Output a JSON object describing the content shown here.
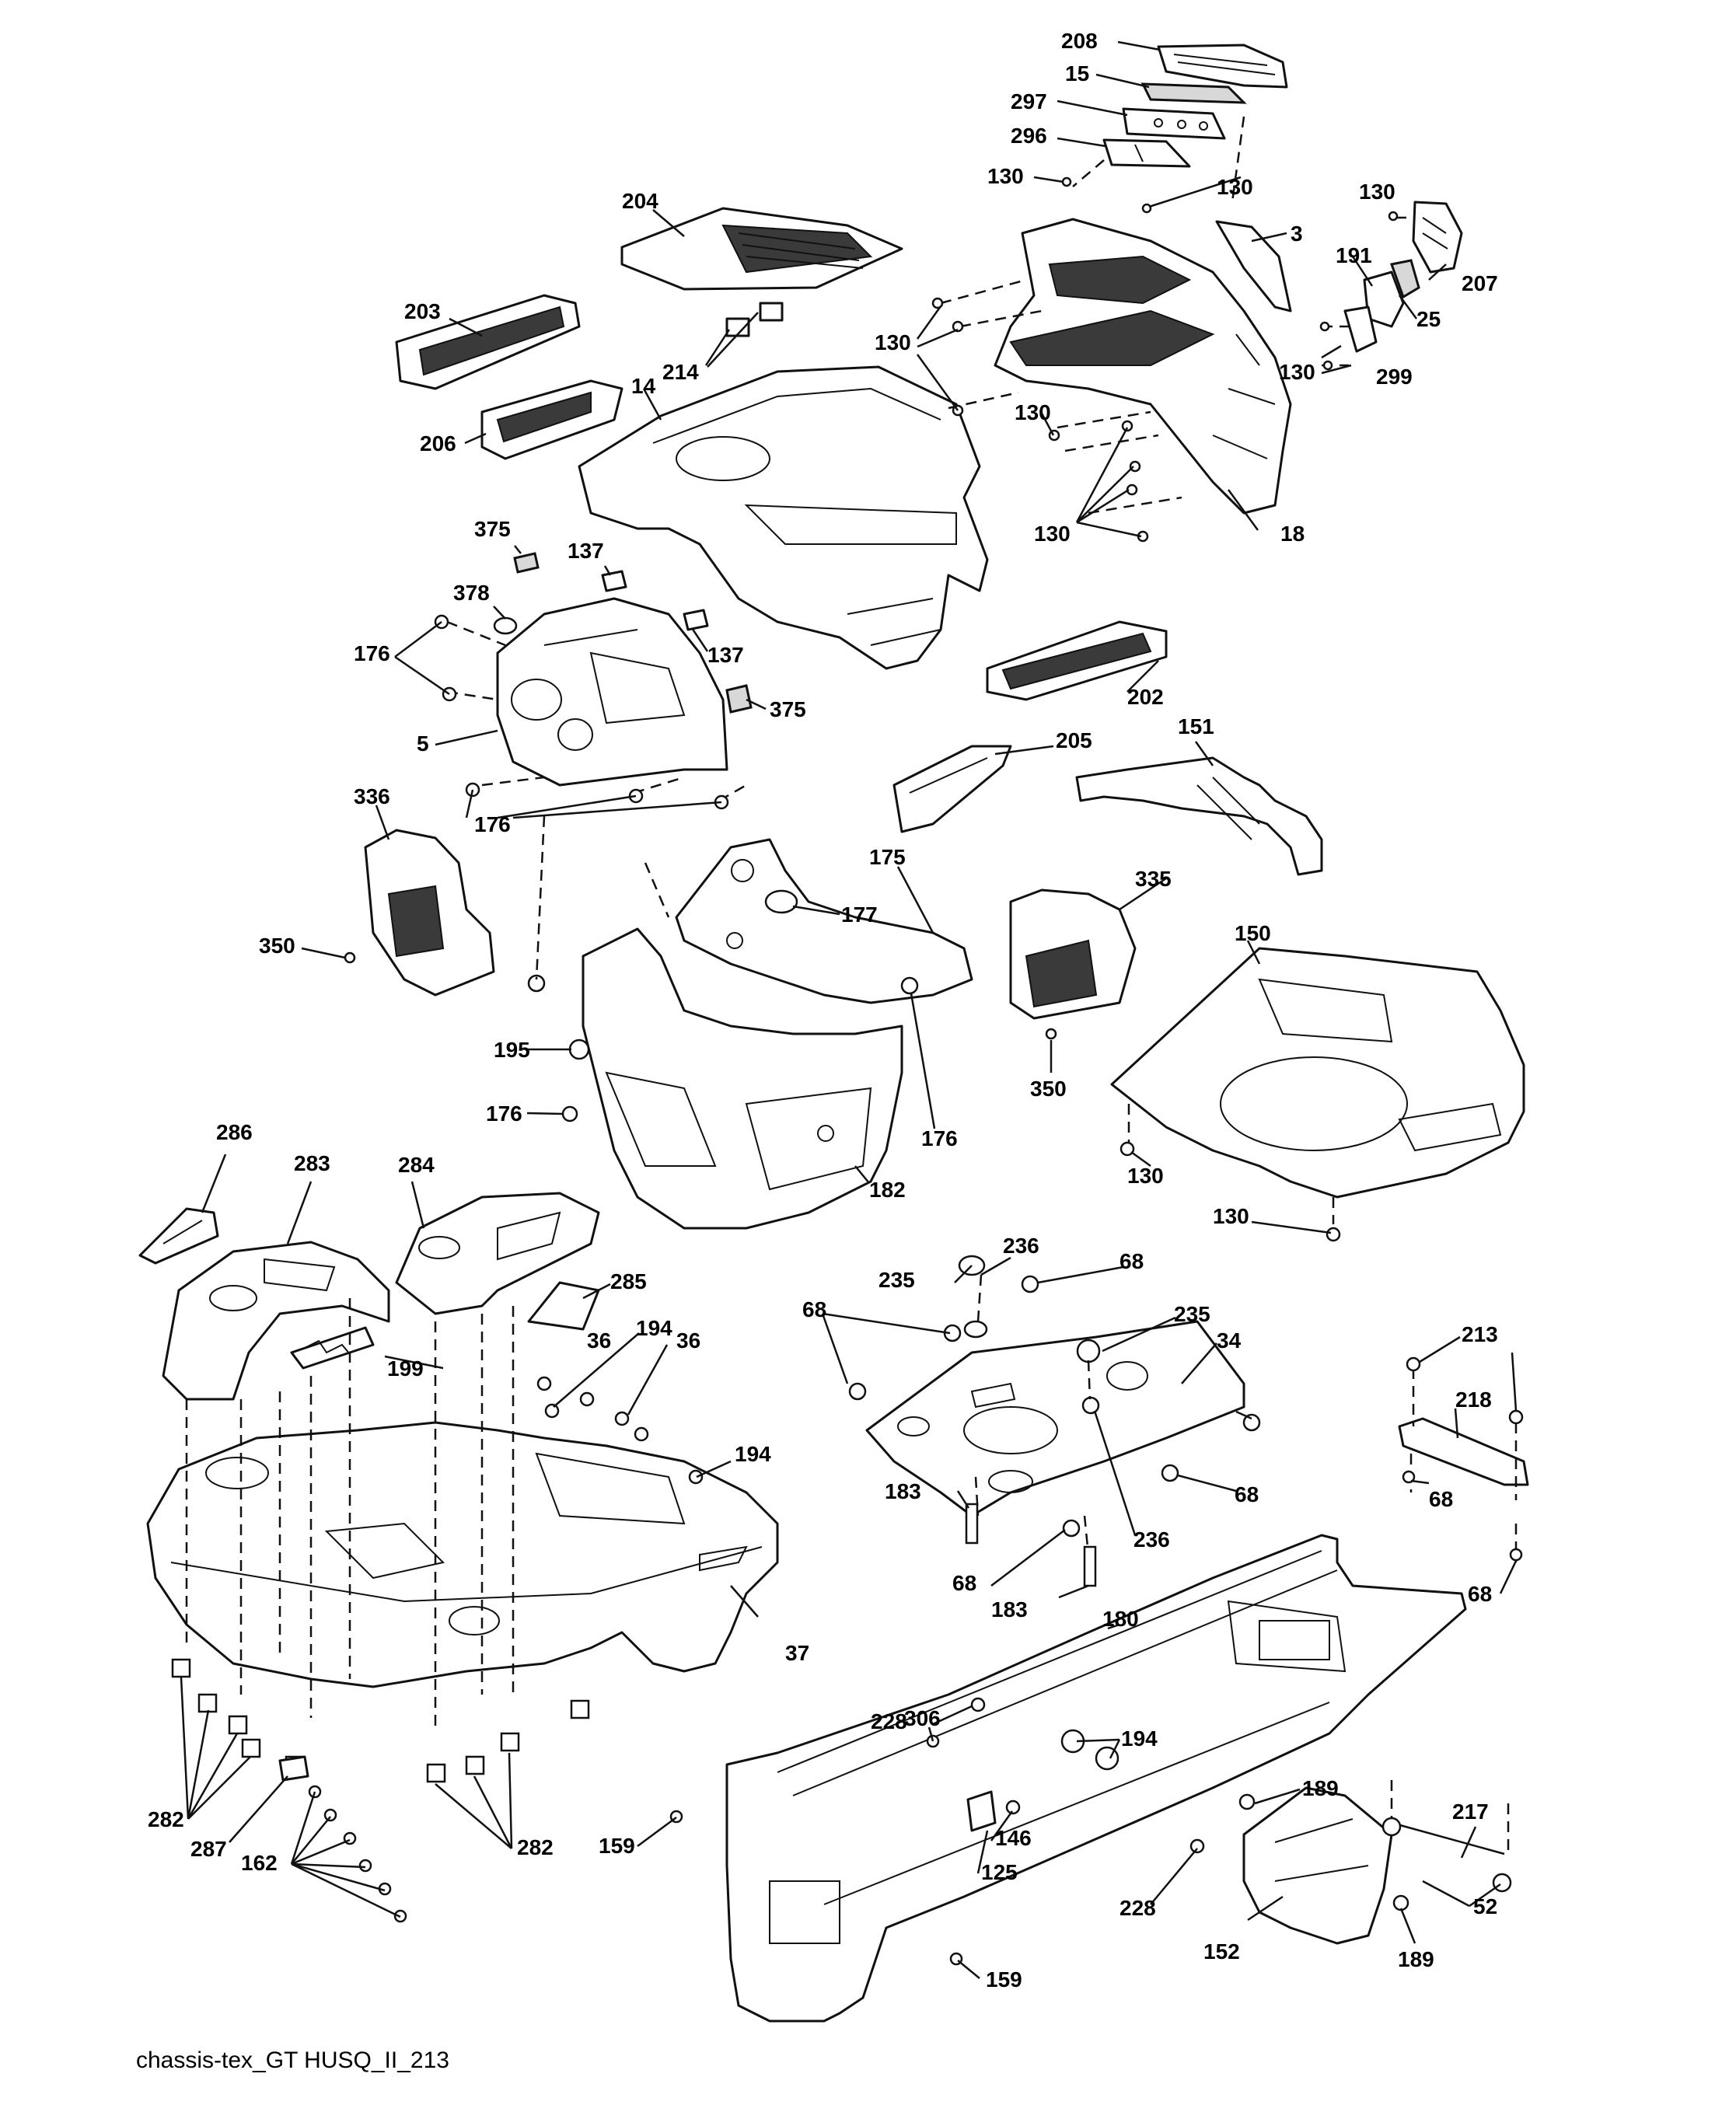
{
  "diagram": {
    "caption": "chassis-tex_GT HUSQ_II_213",
    "callouts": [
      {
        "id": "c208",
        "text": "208"
      },
      {
        "id": "c15",
        "text": "15"
      },
      {
        "id": "c297",
        "text": "297"
      },
      {
        "id": "c296",
        "text": "296"
      },
      {
        "id": "c130a",
        "text": "130"
      },
      {
        "id": "c130b",
        "text": "130"
      },
      {
        "id": "c204",
        "text": "204"
      },
      {
        "id": "c130c",
        "text": "130"
      },
      {
        "id": "c3",
        "text": "3"
      },
      {
        "id": "c191",
        "text": "191"
      },
      {
        "id": "c207",
        "text": "207"
      },
      {
        "id": "c25",
        "text": "25"
      },
      {
        "id": "c203",
        "text": "203"
      },
      {
        "id": "c130d",
        "text": "130"
      },
      {
        "id": "c214",
        "text": "214"
      },
      {
        "id": "c14",
        "text": "14"
      },
      {
        "id": "c130e",
        "text": "130"
      },
      {
        "id": "c299",
        "text": "299"
      },
      {
        "id": "c130f",
        "text": "130"
      },
      {
        "id": "c206",
        "text": "206"
      },
      {
        "id": "c130g",
        "text": "130"
      },
      {
        "id": "c18",
        "text": "18"
      },
      {
        "id": "c375a",
        "text": "375"
      },
      {
        "id": "c137a",
        "text": "137"
      },
      {
        "id": "c378",
        "text": "378"
      },
      {
        "id": "c176a",
        "text": "176"
      },
      {
        "id": "c137b",
        "text": "137"
      },
      {
        "id": "c375b",
        "text": "375"
      },
      {
        "id": "c202",
        "text": "202"
      },
      {
        "id": "c5",
        "text": "5"
      },
      {
        "id": "c205",
        "text": "205"
      },
      {
        "id": "c151",
        "text": "151"
      },
      {
        "id": "c336",
        "text": "336"
      },
      {
        "id": "c176b",
        "text": "176"
      },
      {
        "id": "c175",
        "text": "175"
      },
      {
        "id": "c335",
        "text": "335"
      },
      {
        "id": "c177",
        "text": "177"
      },
      {
        "id": "c150",
        "text": "150"
      },
      {
        "id": "c350a",
        "text": "350"
      },
      {
        "id": "c195",
        "text": "195"
      },
      {
        "id": "c350b",
        "text": "350"
      },
      {
        "id": "c176c",
        "text": "176"
      },
      {
        "id": "c176d",
        "text": "176"
      },
      {
        "id": "c130h",
        "text": "130"
      },
      {
        "id": "c286",
        "text": "286"
      },
      {
        "id": "c182",
        "text": "182"
      },
      {
        "id": "c283",
        "text": "283"
      },
      {
        "id": "c284",
        "text": "284"
      },
      {
        "id": "c130i",
        "text": "130"
      },
      {
        "id": "c236a",
        "text": "236"
      },
      {
        "id": "c68a",
        "text": "68"
      },
      {
        "id": "c235a",
        "text": "235"
      },
      {
        "id": "c285",
        "text": "285"
      },
      {
        "id": "c68b",
        "text": "68"
      },
      {
        "id": "c235b",
        "text": "235"
      },
      {
        "id": "c194a",
        "text": "194"
      },
      {
        "id": "c34",
        "text": "34"
      },
      {
        "id": "c213",
        "text": "213"
      },
      {
        "id": "c36a",
        "text": "36"
      },
      {
        "id": "c199",
        "text": "199"
      },
      {
        "id": "c36b",
        "text": "36"
      },
      {
        "id": "c218",
        "text": "218"
      },
      {
        "id": "c194b",
        "text": "194"
      },
      {
        "id": "c183a",
        "text": "183"
      },
      {
        "id": "c68c",
        "text": "68"
      },
      {
        "id": "c68d",
        "text": "68"
      },
      {
        "id": "c236b",
        "text": "236"
      },
      {
        "id": "c68e",
        "text": "68"
      },
      {
        "id": "c68f",
        "text": "68"
      },
      {
        "id": "c183b",
        "text": "183"
      },
      {
        "id": "c180",
        "text": "180"
      },
      {
        "id": "c37",
        "text": "37"
      },
      {
        "id": "c228a",
        "text": "228"
      },
      {
        "id": "c306",
        "text": "306"
      },
      {
        "id": "c194c",
        "text": "194"
      },
      {
        "id": "c217",
        "text": "217"
      },
      {
        "id": "c282a",
        "text": "282"
      },
      {
        "id": "c146",
        "text": "146"
      },
      {
        "id": "c189a",
        "text": "189"
      },
      {
        "id": "c287",
        "text": "287"
      },
      {
        "id": "c125",
        "text": "125"
      },
      {
        "id": "c159a",
        "text": "159"
      },
      {
        "id": "c282b",
        "text": "282"
      },
      {
        "id": "c52",
        "text": "52"
      },
      {
        "id": "c162",
        "text": "162"
      },
      {
        "id": "c228b",
        "text": "228"
      },
      {
        "id": "c189b",
        "text": "189"
      },
      {
        "id": "c152",
        "text": "152"
      },
      {
        "id": "c159b",
        "text": "159"
      }
    ]
  }
}
